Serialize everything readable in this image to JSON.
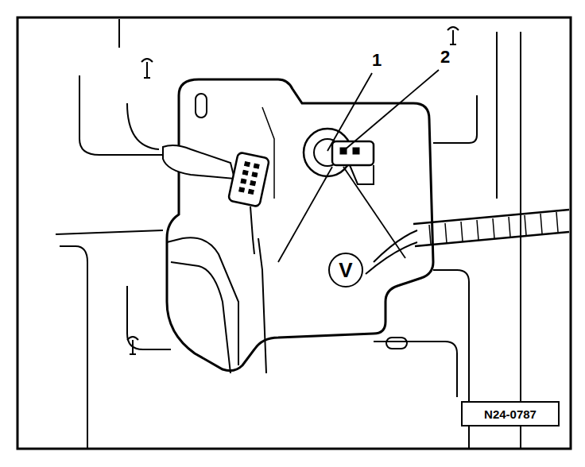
{
  "diagram": {
    "nodes": [
      {
        "text": [
          "V"
        ]
      },
      {
        "text": [
          "N24-0787"
        ]
      }
    ],
    "labels": [
      "1",
      "2"
    ]
  }
}
